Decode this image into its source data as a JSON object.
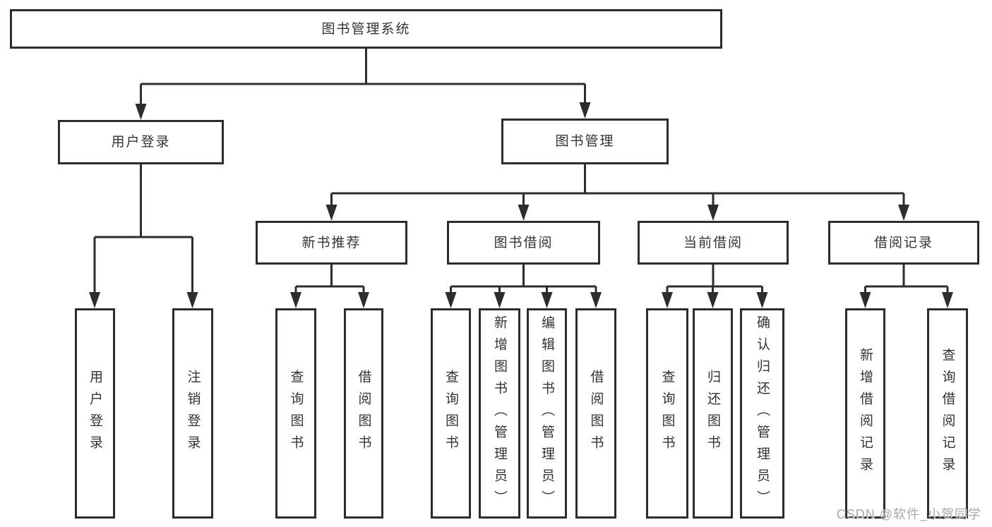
{
  "tree": {
    "root": {
      "label": "图书管理系统",
      "children": [
        {
          "label": "用户登录",
          "children": [
            {
              "label": "用户登录"
            },
            {
              "label": "注销登录"
            }
          ]
        },
        {
          "label": "图书管理",
          "children": [
            {
              "label": "新书推荐",
              "children": [
                {
                  "label": "查询图书"
                },
                {
                  "label": "借阅图书"
                }
              ]
            },
            {
              "label": "图书借阅",
              "children": [
                {
                  "label": "查询图书"
                },
                {
                  "label": "新增图书（管理员）"
                },
                {
                  "label": "编辑图书（管理员）"
                },
                {
                  "label": "借阅图书"
                }
              ]
            },
            {
              "label": "当前借阅",
              "children": [
                {
                  "label": "查询图书"
                },
                {
                  "label": "归还图书"
                },
                {
                  "label": "确认归还（管理员）"
                }
              ]
            },
            {
              "label": "借阅记录",
              "children": [
                {
                  "label": "新增借阅记录"
                },
                {
                  "label": "查询借阅记录"
                }
              ]
            }
          ]
        }
      ]
    }
  },
  "watermark": {
    "text": "CSDN @软件_小贺同学"
  },
  "colors": {
    "line": "#2d2d2d",
    "text": "#333333",
    "background": "#ffffff",
    "watermark": "#a9a9a9"
  }
}
